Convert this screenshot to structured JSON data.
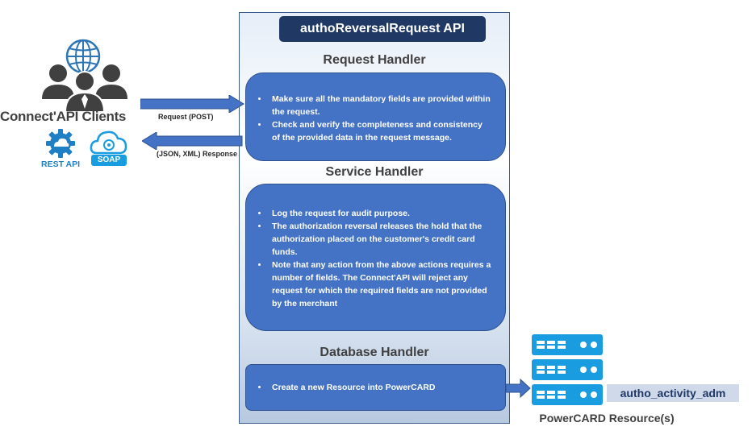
{
  "api": {
    "title": "authoReversalRequest API"
  },
  "request_handler": {
    "title": "Request Handler",
    "items": [
      "Make sure all the mandatory fields are provided within the request.",
      "Check and verify the completeness and consistency of the provided data in the request message."
    ]
  },
  "service_handler": {
    "title": "Service Handler",
    "items": [
      "Log the request for audit purpose.",
      "The authorization reversal releases the hold that the authorization placed on the customer's credit card funds.",
      "Note that any action from the above actions requires a number of fields. The Connect'API will reject any request for which the required fields are not provided by the merchant"
    ]
  },
  "database_handler": {
    "title": "Database Handler",
    "items": [
      "Create a new Resource into PowerCARD"
    ]
  },
  "clients": {
    "label": "Connect'API Clients",
    "rest_label": "REST API",
    "soap_label": "SOAP"
  },
  "flows": {
    "request_label": "Request (POST)",
    "response_label": "(JSON, XML) Response"
  },
  "resource": {
    "name": "autho_activity_adm",
    "caption": "PowerCARD Resource(s)"
  },
  "colors": {
    "handler_box": "#4472c4",
    "title_bar": "#1f3864",
    "arrow": "#4472c4",
    "server": "#1a9de0"
  }
}
